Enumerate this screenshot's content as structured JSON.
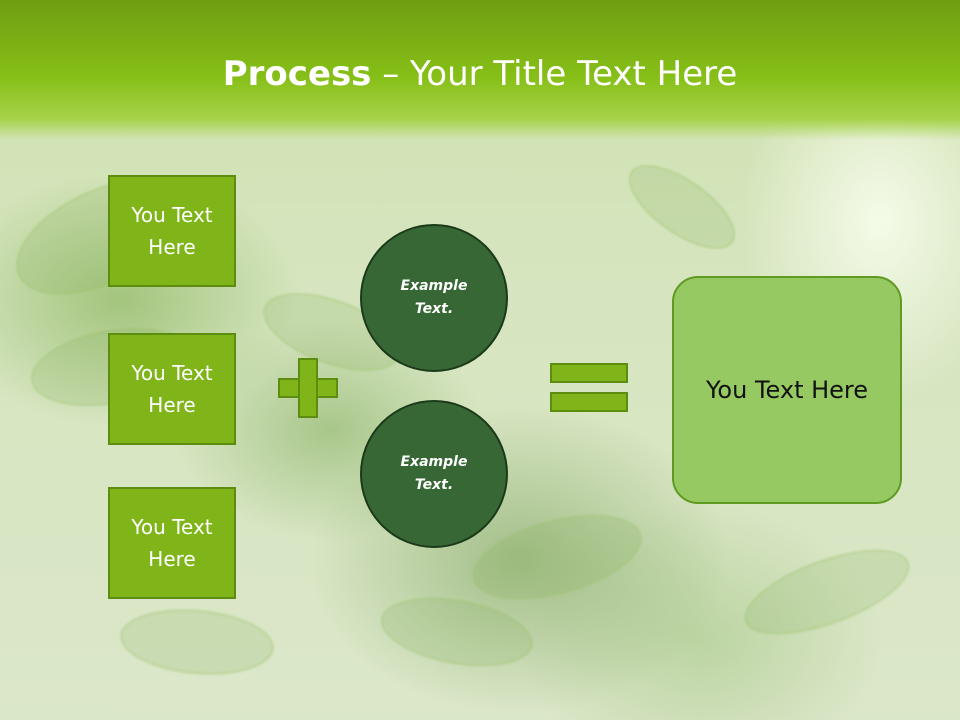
{
  "slide": {
    "title_bold": "Process",
    "title_rest": " – Your Title Text Here"
  },
  "boxes": [
    {
      "label": "You Text Here"
    },
    {
      "label": "You Text Here"
    },
    {
      "label": "You Text Here"
    }
  ],
  "circles": [
    {
      "label": "Example Text."
    },
    {
      "label": "Example Text."
    }
  ],
  "result": {
    "label": "You Text Here"
  },
  "colors": {
    "header": "#86bf17",
    "box_fill": "#7fb519",
    "circle_fill": "#366735",
    "result_fill": "#97c963"
  }
}
